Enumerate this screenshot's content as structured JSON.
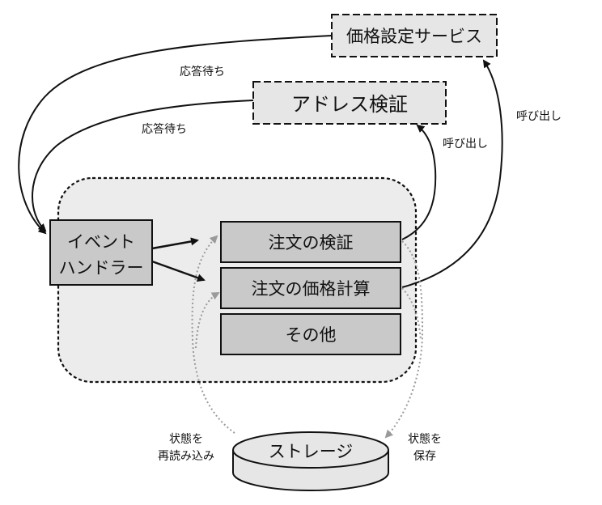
{
  "colors": {
    "box_fill": "#c9c9c9",
    "service_fill": "#e6e6e6",
    "container_fill": "#ececec",
    "line": "#111111",
    "storage_arrow": "#9a9a9a"
  },
  "services": {
    "pricing": "価格設定サービス",
    "address": "アドレス検証"
  },
  "event_handler": {
    "line1": "イベント",
    "line2": "ハンドラー"
  },
  "modules": {
    "validation": "注文の検証",
    "pricing": "注文の価格計算",
    "other": "その他"
  },
  "storage": {
    "label": "ストレージ"
  },
  "edges": {
    "wait_pricing": "応答待ち",
    "wait_address": "応答待ち",
    "call_address": "呼び出し",
    "call_pricing": "呼び出し",
    "reload_line1": "状態を",
    "reload_line2": "再読み込み",
    "save_line1": "状態を",
    "save_line2": "保存"
  }
}
